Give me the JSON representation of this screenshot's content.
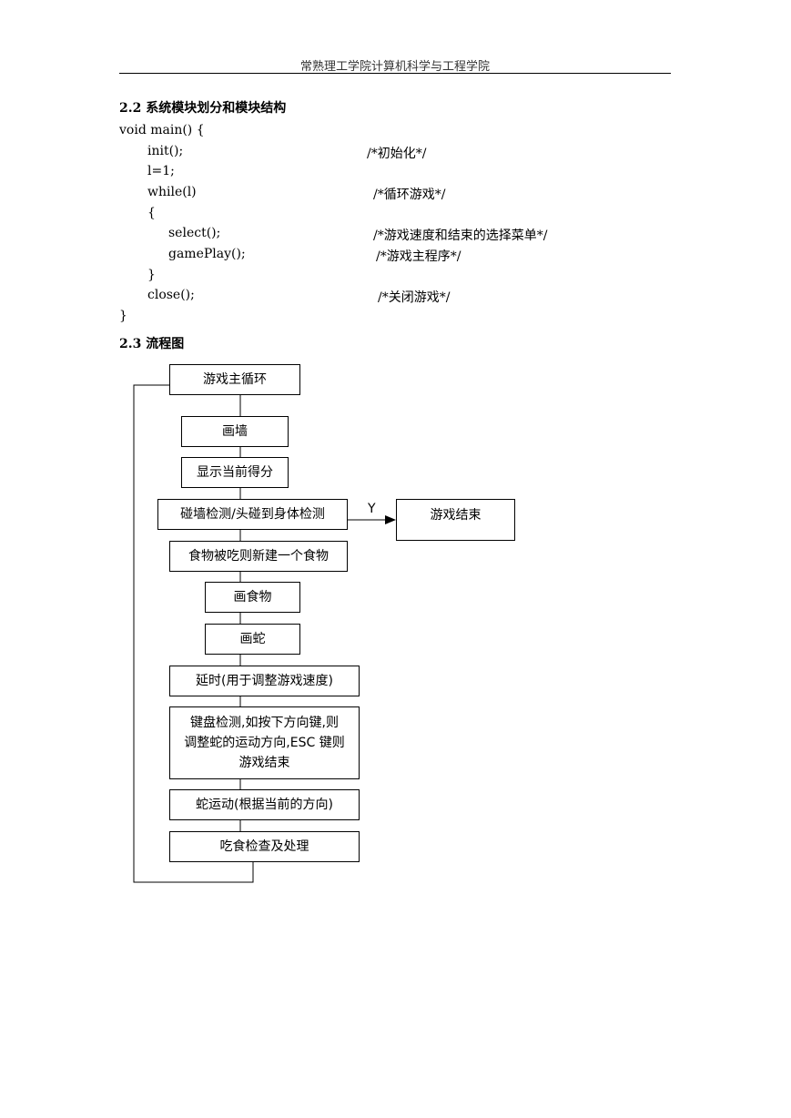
{
  "header": {
    "title": "常熟理工学院计算机科学与工程学院"
  },
  "section_module": {
    "heading": "2.2  系统模块划分和模块结构"
  },
  "code": {
    "lines": [
      "void main() {",
      "init();",
      "l=1;",
      "while(l)",
      "{",
      "select();",
      "gamePlay();",
      "}",
      "close();",
      "}"
    ],
    "comments": {
      "init": "/*初始化*/",
      "while": "/*循环游戏*/",
      "select": "/*游戏速度和结束的选择菜单*/",
      "gameplay": "/*游戏主程序*/",
      "close": "/*关闭游戏*/"
    }
  },
  "section_flow": {
    "heading": "2.3  流程图"
  },
  "flowchart": {
    "main_loop": "游戏主循环",
    "draw_wall": "画墙",
    "show_score": "显示当前得分",
    "collision_check": "碰墙检测/头碰到身体检测",
    "yes_label": "Y",
    "game_over": "游戏结束",
    "new_food": "食物被吃则新建一个食物",
    "draw_food": "画食物",
    "draw_snake": "画蛇",
    "delay": "延时(用于调整游戏速度)",
    "keyboard_line1": "键盘检测,如按下方向键,则",
    "keyboard_line2": "调整蛇的运动方向,ESC 键则",
    "keyboard_line3": "游戏结束",
    "snake_move": "蛇运动(根据当前的方向)",
    "eat_check": "吃食检查及处理"
  }
}
